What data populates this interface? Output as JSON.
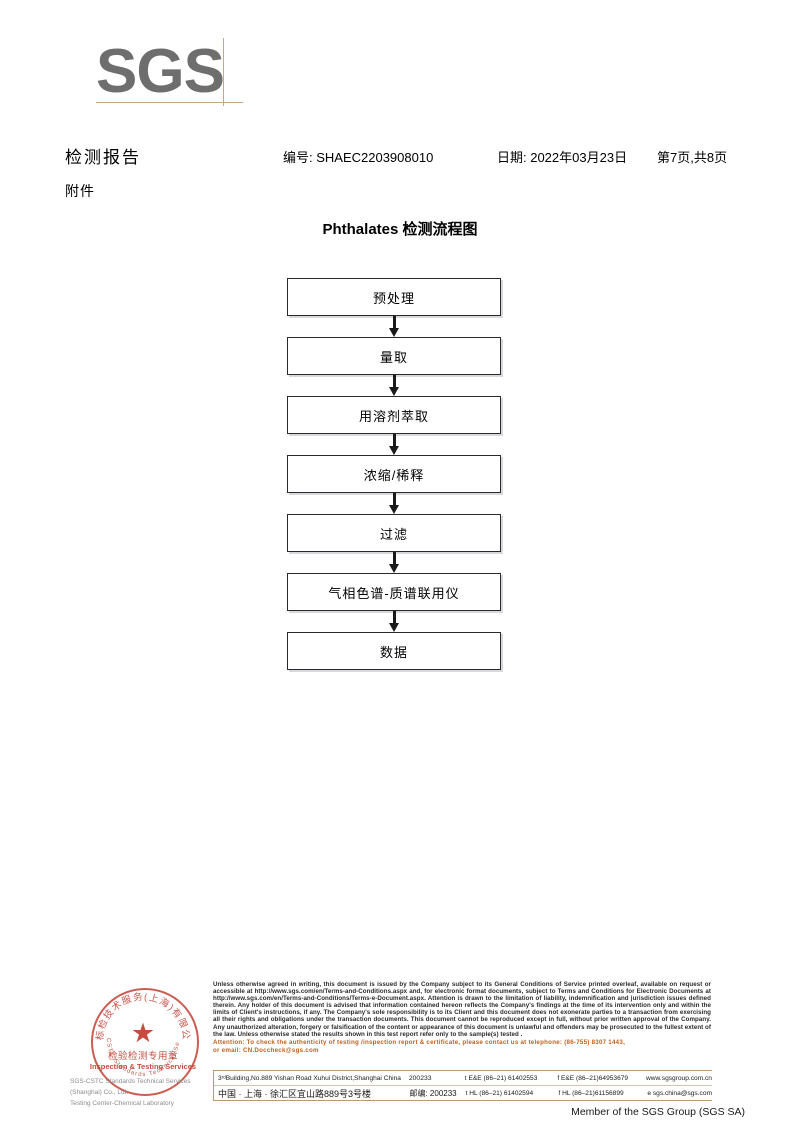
{
  "brand": {
    "logo_text": "SGS",
    "logo_color": "#6e6e6e",
    "rule_color": "#c8a882"
  },
  "header": {
    "doc_title": "检测报告",
    "attachment_label": "附件",
    "report_no": "编号: SHAEC2203908010",
    "date": "日期: 2022年03月23日",
    "page": "第7页,共8页"
  },
  "flowchart": {
    "title": "Phthalates 检测流程图",
    "nodes": [
      {
        "label": "预处理"
      },
      {
        "label": "量取"
      },
      {
        "label": "用溶剂萃取"
      },
      {
        "label": "浓缩/稀释"
      },
      {
        "label": "过滤"
      },
      {
        "label": "气相色谱-质谱联用仪"
      },
      {
        "label": "数据"
      }
    ]
  },
  "footer": {
    "seal": {
      "arc_text_cn": "正标检技术服务(上海)有限公司",
      "arc_text_en": "SGS-CSTC Standards Technical Services",
      "center_cn": "检验检测专用章",
      "center_en": "Inspection & Testing Services",
      "star_glyph": "★",
      "color": "#c0392b"
    },
    "company_name_line1": "SGS-CSTC Standards Technical Services (Shanghai) Co., Ltd.",
    "company_name_line2": "Testing Center-Chemical Laboratory",
    "legal": {
      "paragraph": "Unless otherwise agreed in writing, this document is issued by the Company subject to its General Conditions of Service printed overleaf, available on request or accessible at http://www.sgs.com/en/Terms-and-Conditions.aspx and, for electronic format documents, subject to Terms and Conditions for Electronic Documents at http://www.sgs.com/en/Terms-and-Conditions/Terms-e-Document.aspx. Attention is drawn to the limitation of liability, indemnification and jurisdiction issues defined therein. Any holder of this document is advised that information contained hereon reflects the Company's findings at the time of its intervention only and within the limits of Client's instructions, if any. The Company's sole responsibility is to its Client and this document does not exonerate parties to a transaction from exercising all their rights and obligations under the transaction documents. This document cannot be reproduced except in full, without prior written approval of the Company. Any unauthorized alteration, forgery or falsification of the content or appearance of this document is unlawful and offenders may be prosecuted to the fullest extent of the law. Unless otherwise stated the results shown in this test report refer only to the sample(s) tested .",
      "attention_line1": "Attention: To check the authenticity of testing /inspection report & certificate, please contact us at telephone: (86-755) 8307 1443,",
      "attention_line2": "or email: CN.Doccheck@sgs.com"
    },
    "address": {
      "en_address": "3ʳᵈBuilding,No.889 Yishan Road Xuhui District,Shanghai China",
      "en_postcode": "200233",
      "en_tel": "t E&E (86–21) 61402553",
      "en_fax": "f E&E (86–21)64953679",
      "en_web": "www.sgsgroup.com.cn",
      "cn_address": "中国 · 上海 · 徐汇区宜山路889号3号楼",
      "cn_postcode": "邮编: 200233",
      "cn_tel": "t HL (86–21) 61402594",
      "cn_fax": "f HL (86–21)61156899",
      "cn_email": "e sgs.china@sgs.com"
    },
    "member_line": "Member of the SGS Group (SGS SA)"
  }
}
